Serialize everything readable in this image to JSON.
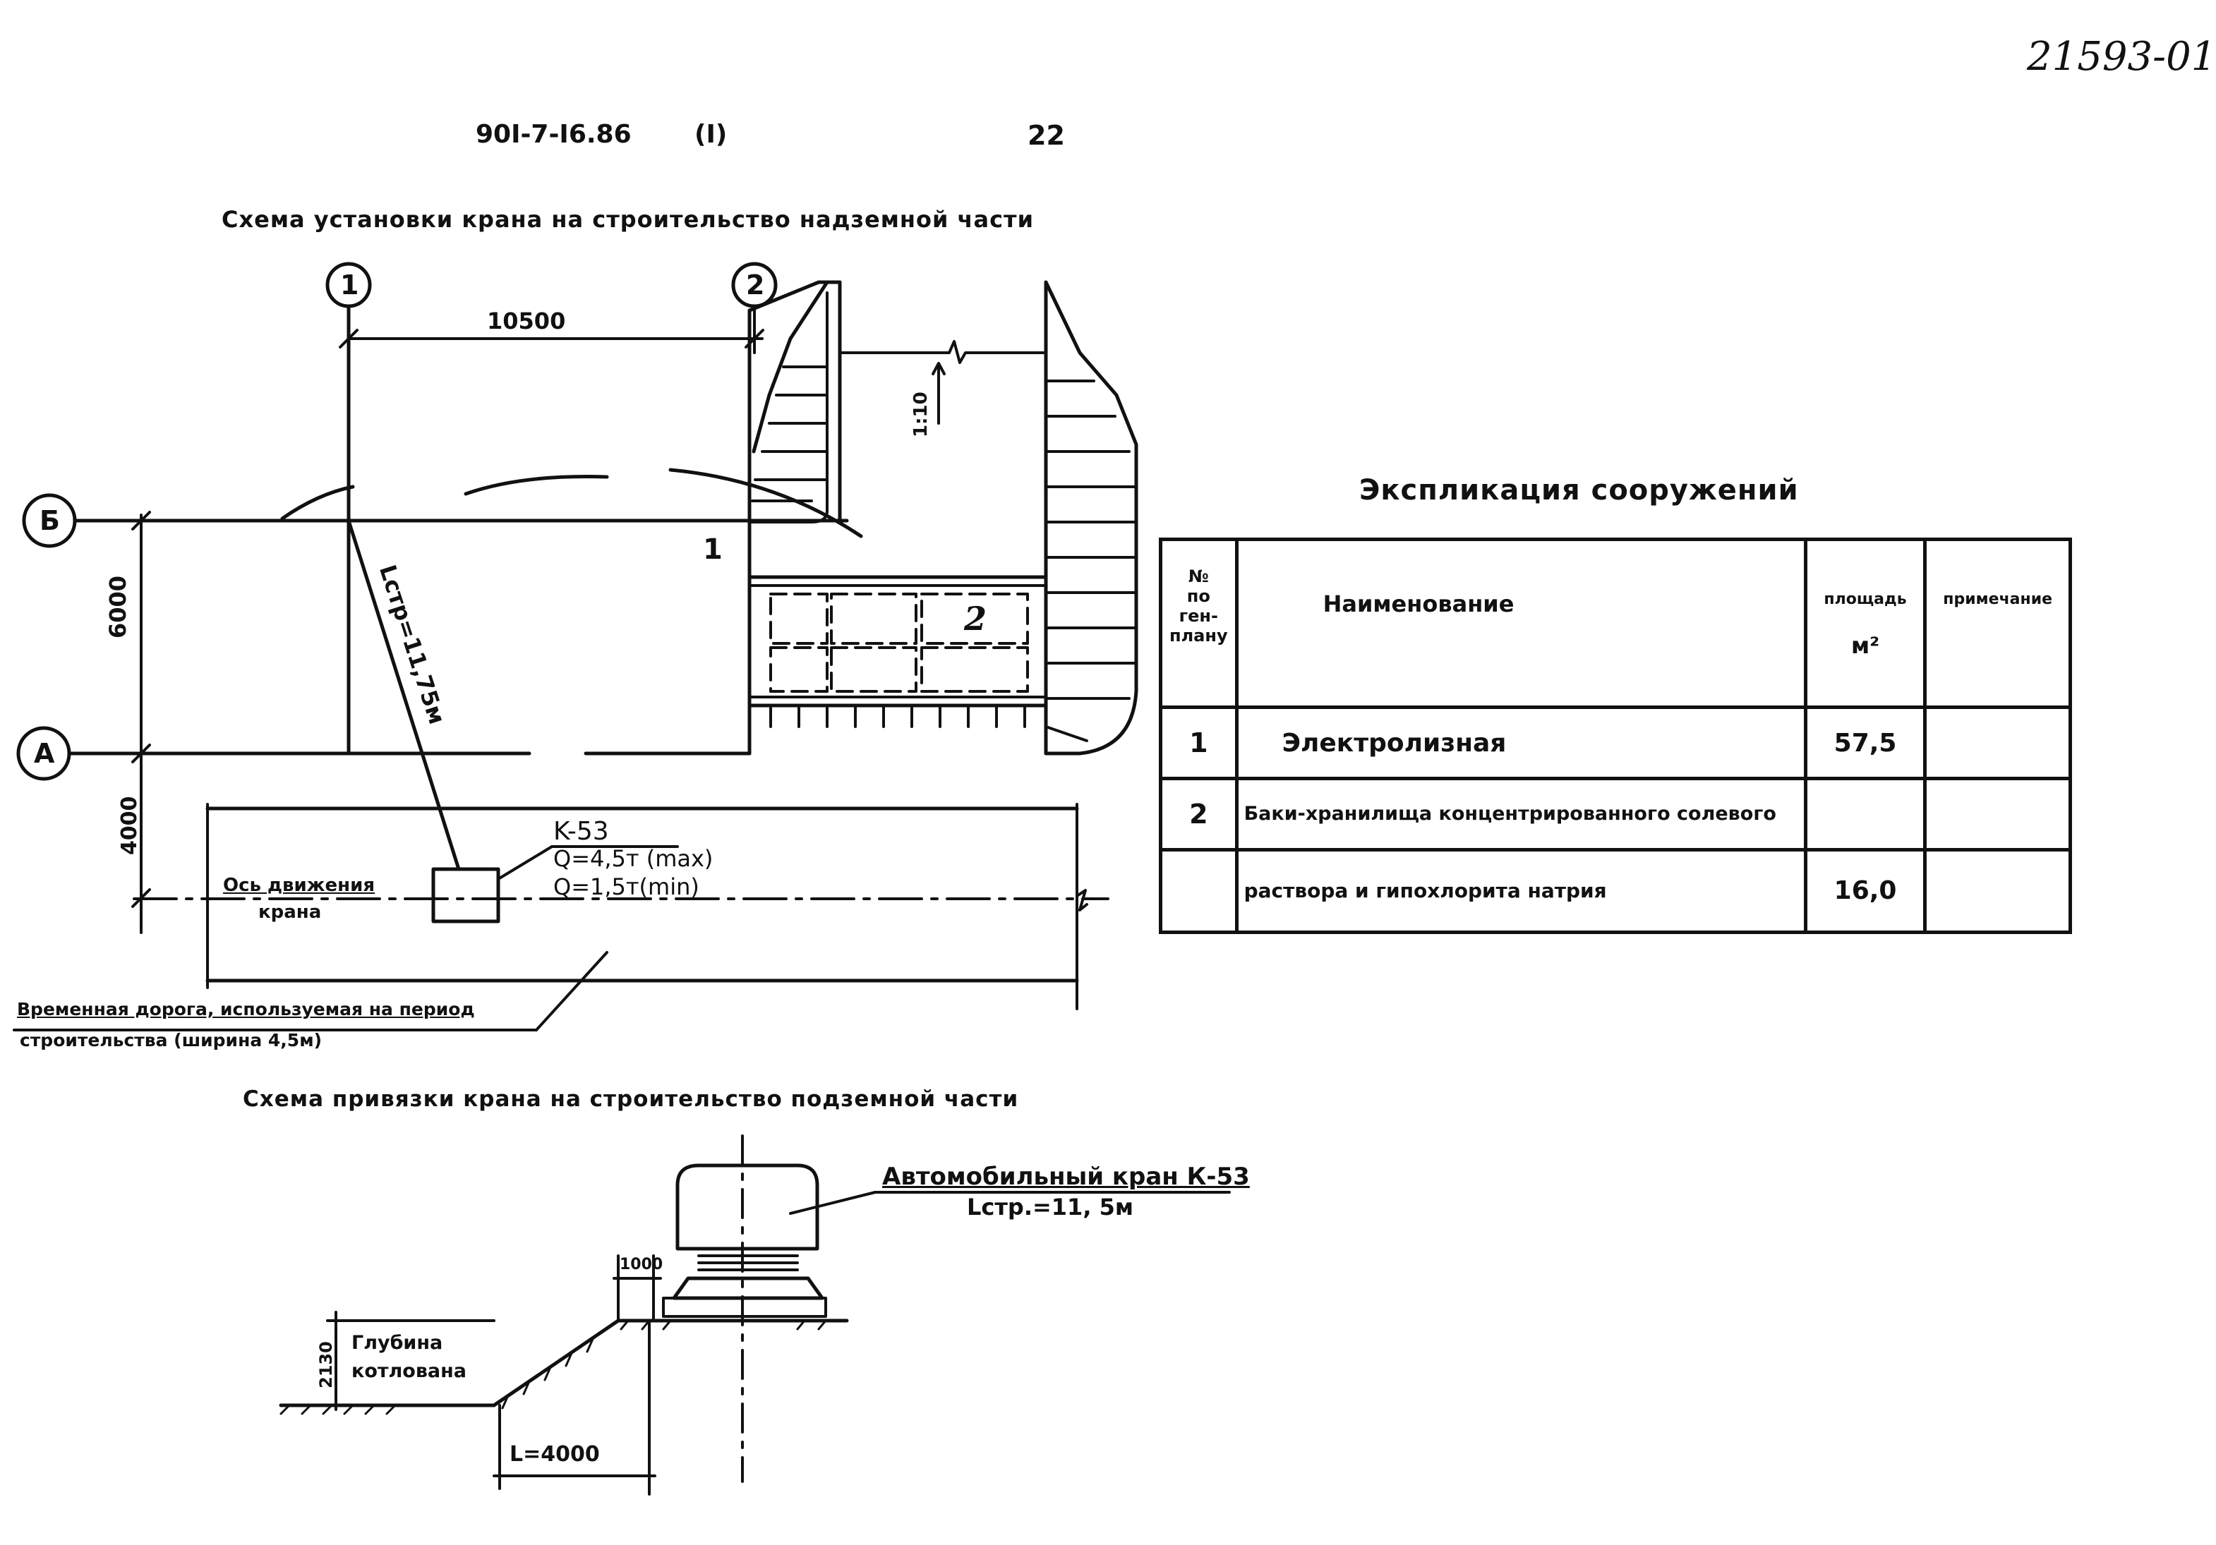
{
  "sheet": {
    "stamp": "21593-01",
    "code": "90I-7-I6.86",
    "part": "(I)",
    "page": "22"
  },
  "top_scheme": {
    "title": "Схема установки крана на строительство надземной части",
    "axes": {
      "col1": "1",
      "col2": "2",
      "row_b": "Б",
      "row_a": "А"
    },
    "dims": {
      "span_12": "10500",
      "span_ba": "6000",
      "offset_road": "4000"
    },
    "building_number": "1",
    "tanks_number": "2",
    "slope": "1:10",
    "boom_label": "Lстр=11,75м",
    "crane": {
      "model": "K-53",
      "q_max": "Q=4,5т (max)",
      "q_min": "Q=1,5т(min)"
    },
    "axis_label_line1": "Ось движения",
    "axis_label_line2": "крана",
    "road_note_line1": "Временная дорога, используемая на период",
    "road_note_line2": "строительства (ширина 4,5м)"
  },
  "bottom_scheme": {
    "title": "Схема привязки крана на строительство подземной части",
    "crane_label": "Автомобильный кран К-53",
    "boom_label": "Lстр.=11, 5м",
    "dim_1000": "1000",
    "dim_2130": "2130",
    "depth_line1": "Глубина",
    "depth_line2": "котлована",
    "dim_l": "L=4000"
  },
  "legend": {
    "title": "Экспликация сооружений",
    "headers": {
      "num": [
        "№",
        "по",
        "ген-",
        "плану"
      ],
      "name": "Наименование",
      "area": "площадь",
      "area_unit": "м²",
      "note": "примечание"
    },
    "rows": [
      {
        "num": "1",
        "name": "Электролизная",
        "area": "57,5",
        "note": ""
      },
      {
        "num": "2",
        "name": "Баки-хранилища концентрированного солевого",
        "area": "",
        "note": ""
      },
      {
        "num": "",
        "name": "раствора и гипохлорита натрия",
        "area": "16,0",
        "note": ""
      }
    ]
  }
}
